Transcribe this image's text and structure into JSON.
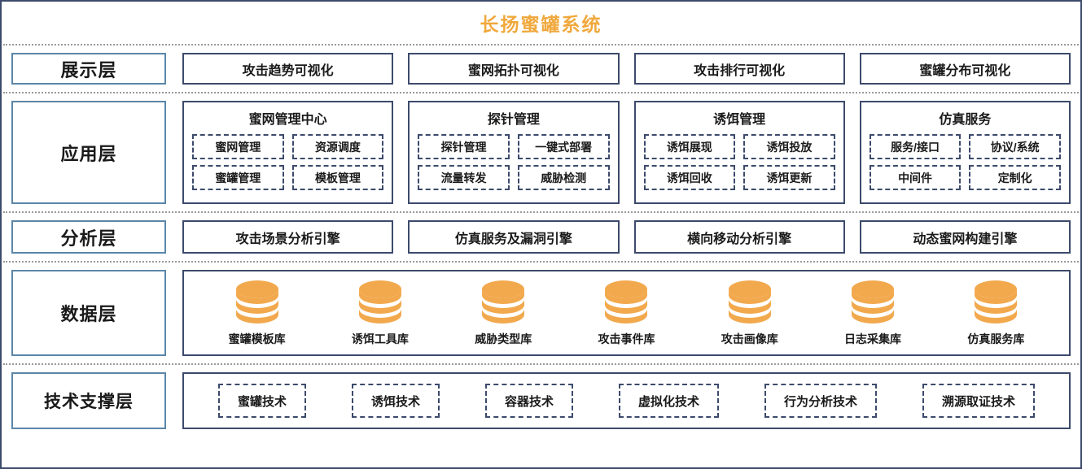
{
  "title": "长扬蜜罐系统",
  "colors": {
    "title_orange": "#f0a83c",
    "frame_navy": "#3c4a6b",
    "label_border_blue": "#5b86a8",
    "cylinder_orange": "#f2a94e",
    "divider_gray": "#9a9a9a"
  },
  "layers": {
    "presentation": {
      "label": "展示层",
      "items": [
        {
          "label": "攻击趋势可视化"
        },
        {
          "label": "蜜网拓扑可视化"
        },
        {
          "label": "攻击排行可视化"
        },
        {
          "label": "蜜罐分布可视化"
        }
      ]
    },
    "application": {
      "label": "应用层",
      "groups": [
        {
          "title": "蜜网管理中心",
          "cells": [
            "蜜网管理",
            "资源调度",
            "蜜罐管理",
            "模板管理"
          ]
        },
        {
          "title": "探针管理",
          "cells": [
            "探针管理",
            "一键式部署",
            "流量转发",
            "威胁检测"
          ]
        },
        {
          "title": "诱饵管理",
          "cells": [
            "诱饵展现",
            "诱饵投放",
            "诱饵回收",
            "诱饵更新"
          ]
        },
        {
          "title": "仿真服务",
          "cells": [
            "服务/接口",
            "协议/系统",
            "中间件",
            "定制化"
          ]
        }
      ]
    },
    "analysis": {
      "label": "分析层",
      "items": [
        {
          "label": "攻击场景分析引擎"
        },
        {
          "label": "仿真服务及漏洞引擎"
        },
        {
          "label": "横向移动分析引擎"
        },
        {
          "label": "动态蜜网构建引擎"
        }
      ]
    },
    "data": {
      "label": "数据层",
      "items": [
        {
          "label": "蜜罐模板库",
          "icon": "database-cylinder-icon"
        },
        {
          "label": "诱饵工具库",
          "icon": "database-cylinder-icon"
        },
        {
          "label": "威胁类型库",
          "icon": "database-cylinder-icon"
        },
        {
          "label": "攻击事件库",
          "icon": "database-cylinder-icon"
        },
        {
          "label": "攻击画像库",
          "icon": "database-cylinder-icon"
        },
        {
          "label": "日志采集库",
          "icon": "database-cylinder-icon"
        },
        {
          "label": "仿真服务库",
          "icon": "database-cylinder-icon"
        }
      ]
    },
    "support": {
      "label": "技术支撑层",
      "items": [
        {
          "label": "蜜罐技术"
        },
        {
          "label": "诱饵技术"
        },
        {
          "label": "容器技术"
        },
        {
          "label": "虚拟化技术"
        },
        {
          "label": "行为分析技术"
        },
        {
          "label": "溯源取证技术"
        }
      ]
    }
  }
}
